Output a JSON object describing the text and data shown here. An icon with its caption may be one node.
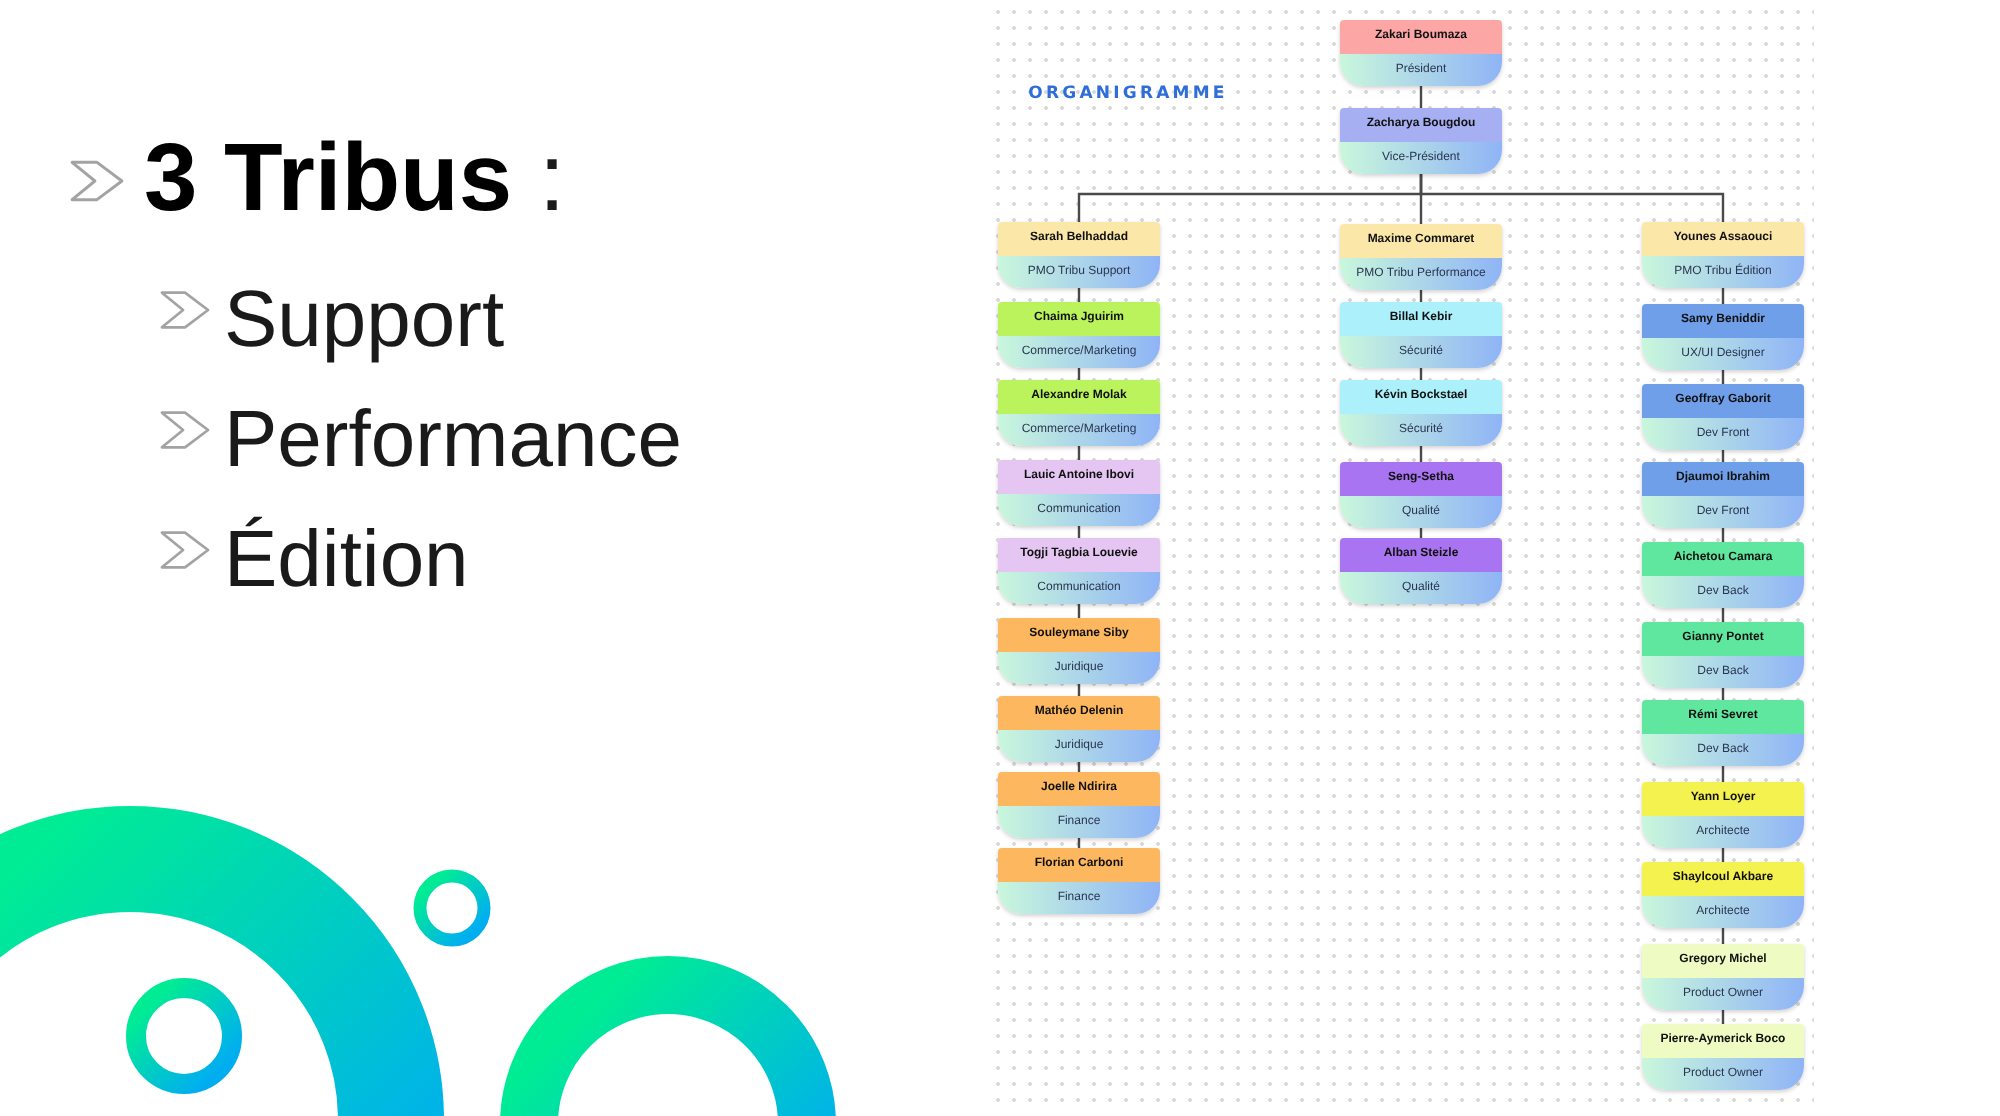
{
  "diagram": {
    "title": "ORGANIGRAMME",
    "nodes": [
      {
        "text": [
          "Zakari Boumaza",
          "Président"
        ]
      },
      {
        "text": [
          "Zacharya Bougdou",
          "Vice-Président"
        ]
      },
      {
        "text": [
          "Sarah Belhaddad",
          "PMO Tribu Support"
        ]
      },
      {
        "text": [
          "Chaima Jguirim",
          "Commerce/Marketing"
        ]
      },
      {
        "text": [
          "Alexandre Molak",
          "Commerce/Marketing"
        ]
      },
      {
        "text": [
          "Lauic Antoine Ibovi",
          "Communication"
        ]
      },
      {
        "text": [
          "Togji Tagbia Louevie",
          "Communication"
        ]
      },
      {
        "text": [
          "Souleymane Siby",
          "Juridique"
        ]
      },
      {
        "text": [
          "Mathéo Delenin",
          "Juridique"
        ]
      },
      {
        "text": [
          "Joelle Ndirira",
          "Finance"
        ]
      },
      {
        "text": [
          "Florian Carboni",
          "Finance"
        ]
      },
      {
        "text": [
          "Maxime Commaret",
          "PMO Tribu Performance"
        ]
      },
      {
        "text": [
          "Billal Kebir",
          "Sécurité"
        ]
      },
      {
        "text": [
          "Kévin Bockstael",
          "Sécurité"
        ]
      },
      {
        "text": [
          "Seng-Setha",
          "Qualité"
        ]
      },
      {
        "text": [
          "Alban Steizle",
          "Qualité"
        ]
      },
      {
        "text": [
          "Younes Assaouci",
          "PMO Tribu Édition"
        ]
      },
      {
        "text": [
          "Samy Beniddir",
          "UX/UI Designer"
        ]
      },
      {
        "text": [
          "Geoffray Gaborit",
          "Dev Front"
        ]
      },
      {
        "text": [
          "Djaumoi Ibrahim",
          "Dev Front"
        ]
      },
      {
        "text": [
          "Aichetou Camara",
          "Dev Back"
        ]
      },
      {
        "text": [
          "Gianny Pontet",
          "Dev Back"
        ]
      },
      {
        "text": [
          "Rémi Sevret",
          "Dev Back"
        ]
      },
      {
        "text": [
          "Yann Loyer",
          "Architecte"
        ]
      },
      {
        "text": [
          "Shaylcoul Akbare",
          "Architecte"
        ]
      },
      {
        "text": [
          "Gregory Michel",
          "Product Owner"
        ]
      },
      {
        "text": [
          "Pierre-Aymerick Boco",
          "Product Owner"
        ]
      }
    ],
    "edges": [
      {
        "from": 0,
        "to": 1,
        "arrow": "none"
      },
      {
        "from": 1,
        "to": 2,
        "arrow": "none"
      },
      {
        "from": 1,
        "to": 11,
        "arrow": "none"
      },
      {
        "from": 1,
        "to": 16,
        "arrow": "none"
      },
      {
        "from": 2,
        "to": 3,
        "arrow": "none"
      },
      {
        "from": 3,
        "to": 4,
        "arrow": "none"
      },
      {
        "from": 4,
        "to": 5,
        "arrow": "none"
      },
      {
        "from": 5,
        "to": 6,
        "arrow": "none"
      },
      {
        "from": 6,
        "to": 7,
        "arrow": "none"
      },
      {
        "from": 7,
        "to": 8,
        "arrow": "none"
      },
      {
        "from": 8,
        "to": 9,
        "arrow": "none"
      },
      {
        "from": 9,
        "to": 10,
        "arrow": "none"
      },
      {
        "from": 11,
        "to": 12,
        "arrow": "none"
      },
      {
        "from": 12,
        "to": 13,
        "arrow": "none"
      },
      {
        "from": 13,
        "to": 14,
        "arrow": "none"
      },
      {
        "from": 14,
        "to": 15,
        "arrow": "none"
      },
      {
        "from": 16,
        "to": 17,
        "arrow": "none"
      },
      {
        "from": 17,
        "to": 18,
        "arrow": "none"
      },
      {
        "from": 18,
        "to": 19,
        "arrow": "none"
      },
      {
        "from": 19,
        "to": 20,
        "arrow": "none"
      },
      {
        "from": 20,
        "to": 21,
        "arrow": "none"
      },
      {
        "from": 21,
        "to": 22,
        "arrow": "none"
      },
      {
        "from": 22,
        "to": 23,
        "arrow": "none"
      },
      {
        "from": 23,
        "to": 24,
        "arrow": "none"
      },
      {
        "from": 24,
        "to": 25,
        "arrow": "none"
      },
      {
        "from": 25,
        "to": 26,
        "arrow": "none"
      }
    ],
    "labels": [
      "**3 Tribus** :",
      "Support",
      "Performance",
      "Édition"
    ]
  }
}
